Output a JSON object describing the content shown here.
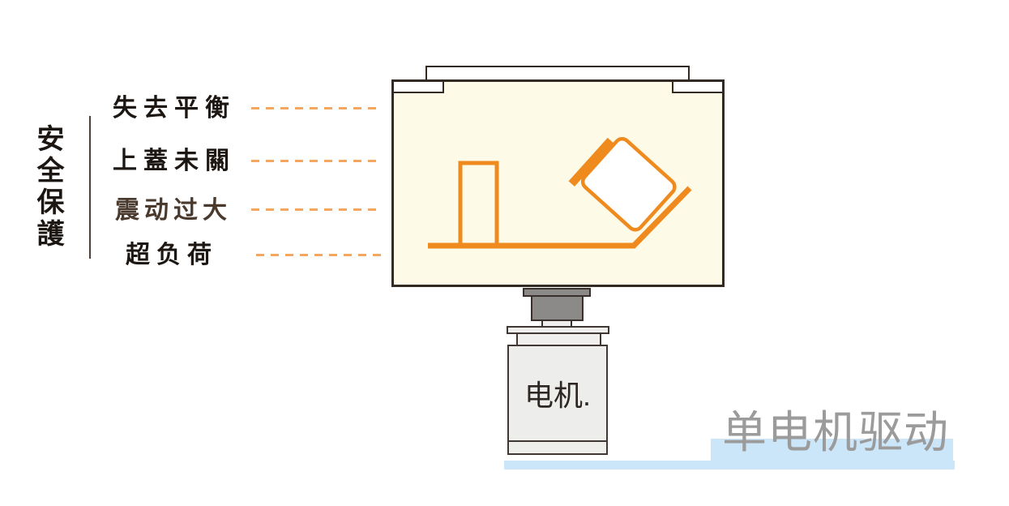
{
  "safety": {
    "group_title": "安全保護",
    "labels": [
      {
        "text": "失去平衡",
        "color": "#1c1713"
      },
      {
        "text": "上蓋未關",
        "color": "#1c1713"
      },
      {
        "text": "震动过大",
        "color": "#4a3a2e"
      },
      {
        "text": "超负荷",
        "color": "#1c1713"
      }
    ],
    "connector_style": "dashed",
    "connector_color": "#f3a761"
  },
  "machine": {
    "motor_label": "电机.",
    "tub_fill": "#fdfae8",
    "tub_border": "#332a24",
    "drum_accent": "#ef8b1e",
    "motor_fill": "#ededec",
    "flange_fill": "#8c8a89"
  },
  "caption": {
    "text": "单电机驱动",
    "text_color": "#9b9b9b",
    "highlight_color": "#cbe6f8"
  }
}
